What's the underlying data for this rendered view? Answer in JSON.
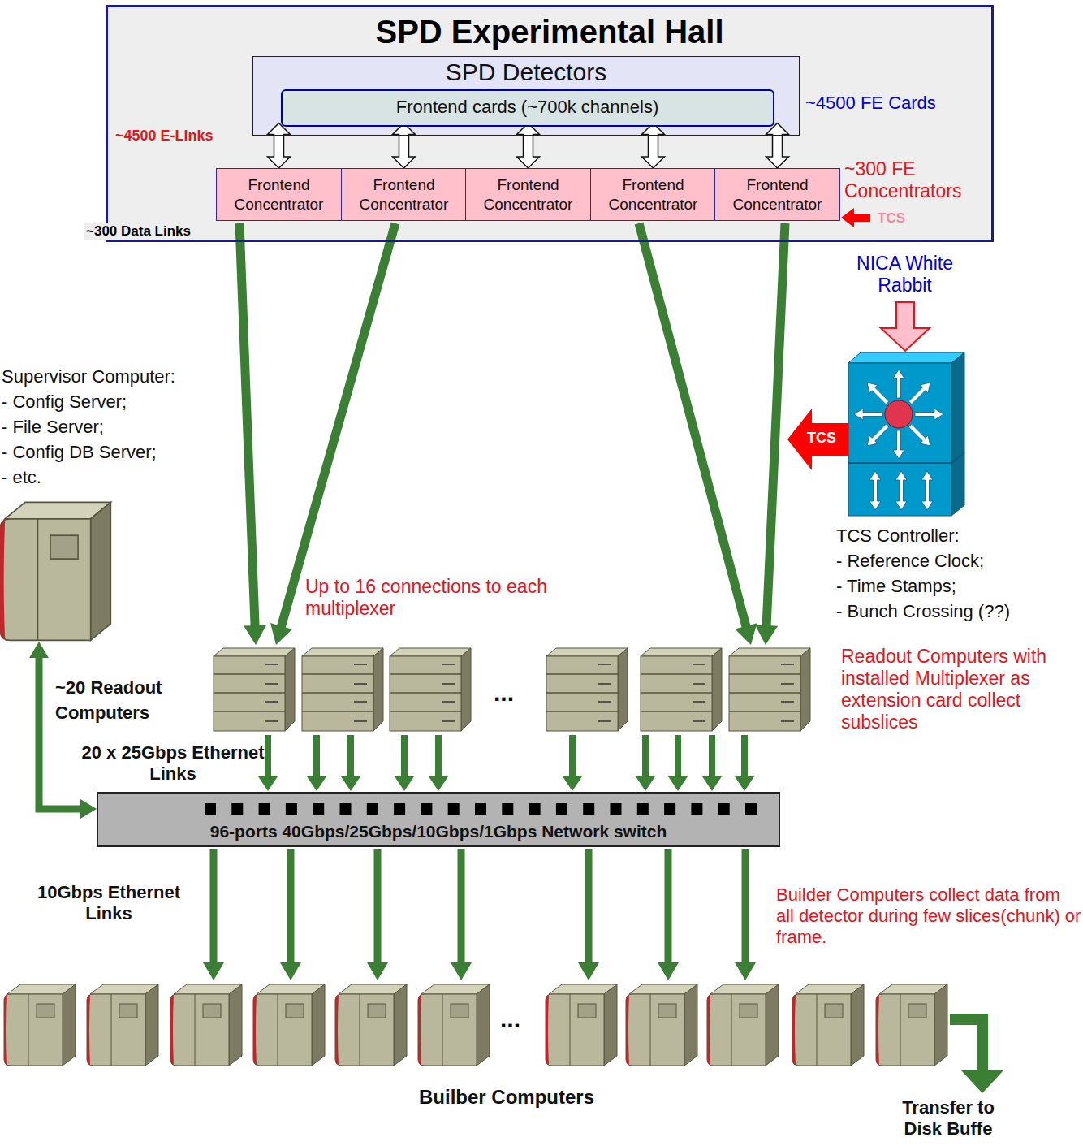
{
  "diagram": {
    "title": "SPD Experimental Hall",
    "nodes": [
      {
        "text": [
          "SPD Experimental Hall"
        ]
      },
      {
        "text": [
          "SPD Detectors"
        ],
        "in": 0
      },
      {
        "text": [
          "Frontend cards (~700k channels)"
        ],
        "in": 1
      },
      {
        "text": [
          "Frontend Concentrator"
        ],
        "in": 0
      },
      {
        "text": [
          "Frontend Concentrator"
        ],
        "in": 0
      },
      {
        "text": [
          "Frontend Concentrator"
        ],
        "in": 0
      },
      {
        "text": [
          "Frontend Concentrator"
        ],
        "in": 0
      },
      {
        "text": [
          "Frontend Concentrator"
        ],
        "in": 0
      },
      {
        "text": [
          "Supervisor Computer:",
          "- Config Server;",
          "- File Server;",
          "- Config DB Server;",
          "- etc."
        ]
      },
      {
        "text": [
          "TCS Controller:",
          "- Reference Clock;",
          "- Time Stamps;",
          "- Bunch Crossing (??)"
        ]
      },
      {
        "text": [
          "~20 Readout Computers"
        ]
      },
      {
        "text": [
          "96-ports 40Gbps/25Gbps/10Gbps/1Gbps Network switch"
        ]
      },
      {
        "text": [
          "Builber Computers"
        ]
      }
    ],
    "edges": [
      {
        "from": 2,
        "to": 3,
        "arrow": "both"
      },
      {
        "from": 2,
        "to": 4,
        "arrow": "both"
      },
      {
        "from": 2,
        "to": 5,
        "arrow": "both"
      },
      {
        "from": 2,
        "to": 6,
        "arrow": "both"
      },
      {
        "from": 2,
        "to": 7,
        "arrow": "both"
      },
      {
        "from": 3,
        "to": 10,
        "arrow": "to"
      },
      {
        "from": 4,
        "to": 10,
        "arrow": "to"
      },
      {
        "from": 6,
        "to": 10,
        "arrow": "to"
      },
      {
        "from": 7,
        "to": 10,
        "arrow": "to"
      },
      {
        "from": 10,
        "to": 11,
        "arrow": "to"
      },
      {
        "from": 10,
        "to": 11,
        "arrow": "to"
      },
      {
        "from": 10,
        "to": 11,
        "arrow": "to"
      },
      {
        "from": 10,
        "to": 11,
        "arrow": "to"
      },
      {
        "from": 10,
        "to": 11,
        "arrow": "to"
      },
      {
        "from": 10,
        "to": 11,
        "arrow": "to"
      },
      {
        "from": 10,
        "to": 11,
        "arrow": "to"
      },
      {
        "from": 10,
        "to": 11,
        "arrow": "to"
      },
      {
        "from": 10,
        "to": 11,
        "arrow": "to"
      },
      {
        "from": 10,
        "to": 11,
        "arrow": "to"
      },
      {
        "from": 11,
        "to": 12,
        "arrow": "to"
      },
      {
        "from": 11,
        "to": 12,
        "arrow": "to"
      },
      {
        "from": 11,
        "to": 12,
        "arrow": "to"
      },
      {
        "from": 11,
        "to": 12,
        "arrow": "to"
      },
      {
        "from": 11,
        "to": 12,
        "arrow": "to"
      },
      {
        "from": 11,
        "to": 12,
        "arrow": "to"
      },
      {
        "from": 11,
        "to": 12,
        "arrow": "to"
      },
      {
        "from": 8,
        "to": 11,
        "arrow": "both"
      }
    ],
    "labels": [
      "~4500 FE Cards",
      "~4500 E-Links",
      "~300 FE Concentrators",
      "TCS",
      "~300 Data Links",
      "NICA White Rabbit",
      "TCS",
      "Up to 16 connections to each multiplexer",
      "Readout Computers with installed Multiplexer as extension card collect subslices",
      "...",
      "20 x 25Gbps Ethernet Links",
      "10Gbps Ethernet Links",
      "Builder Computers collect data from all detector during few slices(chunk) or frame.",
      "...",
      "Transfer to Disk Buffe"
    ]
  }
}
